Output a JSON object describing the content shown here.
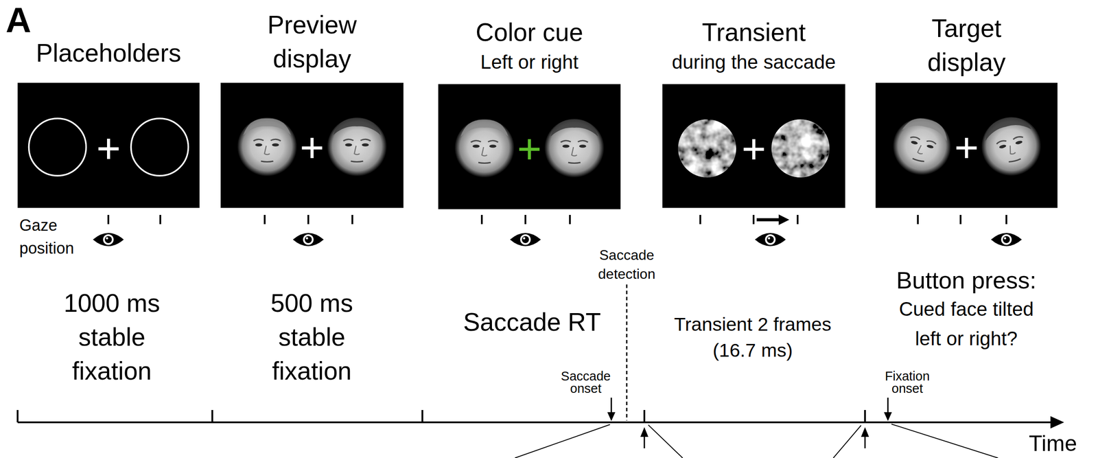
{
  "diagram": {
    "nodes": [
      {
        "text": [
          "Placeholders"
        ]
      },
      {
        "text": [
          "Preview display"
        ]
      },
      {
        "text": [
          "Color cue",
          "Left or right"
        ]
      },
      {
        "text": [
          "Transient",
          "during the saccade"
        ]
      },
      {
        "text": [
          "Target display"
        ]
      }
    ],
    "labels": [
      "A",
      "Gaze position",
      "1000 ms stable fixation",
      "500 ms stable fixation",
      "Saccade detection",
      "Saccade RT",
      "Saccade onset",
      "Transient 2 frames (16.7 ms)",
      "Button press:",
      "Cued face tilted left or right?",
      "Fixation onset",
      "Time"
    ]
  }
}
